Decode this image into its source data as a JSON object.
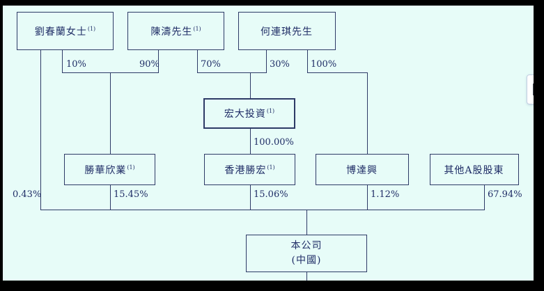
{
  "page": {
    "background_color": "#E7FCF8",
    "frame_color": "#000000",
    "line_color": "#2D3A66",
    "text_color": "#1F2D66"
  },
  "nodes": {
    "liu": {
      "label": "劉春蘭女士",
      "sup": "(1)"
    },
    "chen": {
      "label": "陳濤先生",
      "sup": "(1)"
    },
    "he": {
      "label": "何連琪先生",
      "sup": ""
    },
    "hongda": {
      "label": "宏大投資",
      "sup": "(1)"
    },
    "shenghua": {
      "label": "勝華欣業",
      "sup": "(1)"
    },
    "hk": {
      "label": "香港勝宏",
      "sup": "(1)"
    },
    "boda": {
      "label": "博達興",
      "sup": ""
    },
    "othera": {
      "label": "其他A股股東",
      "sup": ""
    },
    "company": {
      "line1": "本公司",
      "line2": "(中國)"
    }
  },
  "percent_labels": {
    "liu_to_shenghua": "10%",
    "chen_to_shenghua": "90%",
    "chen_to_hongda": "70%",
    "he_to_hongda": "30%",
    "he_to_boda": "100%",
    "hongda_to_hk": "100.00%",
    "liu_to_company": "0.43%",
    "shenghua_to_company": "15.45%",
    "hk_to_company": "15.06%",
    "boda_to_company": "1.12%",
    "othera_to_company": "67.94%"
  },
  "side_widget": {
    "icon": "document-icon"
  }
}
